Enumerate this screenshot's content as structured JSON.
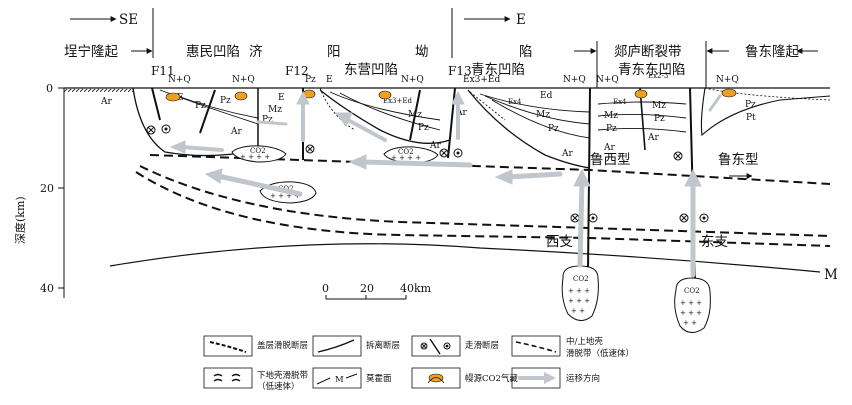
{
  "directions": {
    "left": "SE",
    "right": "E"
  },
  "regions": {
    "r1": "埕宁隆起",
    "r2": "惠民凹陷",
    "r3": "济",
    "r4": "阳",
    "r5": "东营凹陷",
    "r6": "坳",
    "r7": "陷",
    "r8": "青东凹陷",
    "r9": "郯庐断裂带",
    "r10": "青东东凹陷",
    "r11": "鲁东隆起"
  },
  "faults": {
    "f11": "F11",
    "f12": "F12",
    "f13": "F13"
  },
  "strata": {
    "nq": "N+Q",
    "e": "E",
    "pz": "Pz",
    "mz": "Mz",
    "ar": "Ar",
    "pt": "Pt",
    "ex3ed": "Ex3+Ed",
    "ex3ed_b": "Ex3+Ed",
    "ed": "Ed",
    "ex4": "Ex4",
    "ex2_3": "Ex2-3",
    "co2": "CO2"
  },
  "labels": {
    "luxi": "鲁西型",
    "ludong": "鲁东型",
    "xizhi": "西支",
    "dongzhi": "东支",
    "moho": "M"
  },
  "axis": {
    "title": "深度(km)",
    "ticks": [
      "0",
      "20",
      "40"
    ]
  },
  "scale": {
    "ticks": [
      "0",
      "20",
      "40km"
    ]
  },
  "legend": [
    {
      "icon": "cap-detachment-icon",
      "label": "盖层滑脱断层"
    },
    {
      "icon": "detachment-fault-icon",
      "label": "拆离断层"
    },
    {
      "icon": "strike-slip-fault-icon",
      "label": "走滑断层"
    },
    {
      "icon": "mid-upper-crust-icon",
      "label": "中/上地壳",
      "label2": "滑脱带（低速体）"
    },
    {
      "icon": "lower-crust-icon",
      "label": "下地壳滑脱带",
      "label2": "（低速体）"
    },
    {
      "icon": "moho-icon",
      "label": "莫霍面"
    },
    {
      "icon": "co2-reservoir-icon",
      "label": "幔源CO2气藏"
    },
    {
      "icon": "migration-arrow-icon",
      "label": "运移方向"
    }
  ],
  "colors": {
    "line": "#111111",
    "arrow": "#c0c6cc",
    "co2_fill": "#f0a020",
    "background": "#ffffff"
  }
}
